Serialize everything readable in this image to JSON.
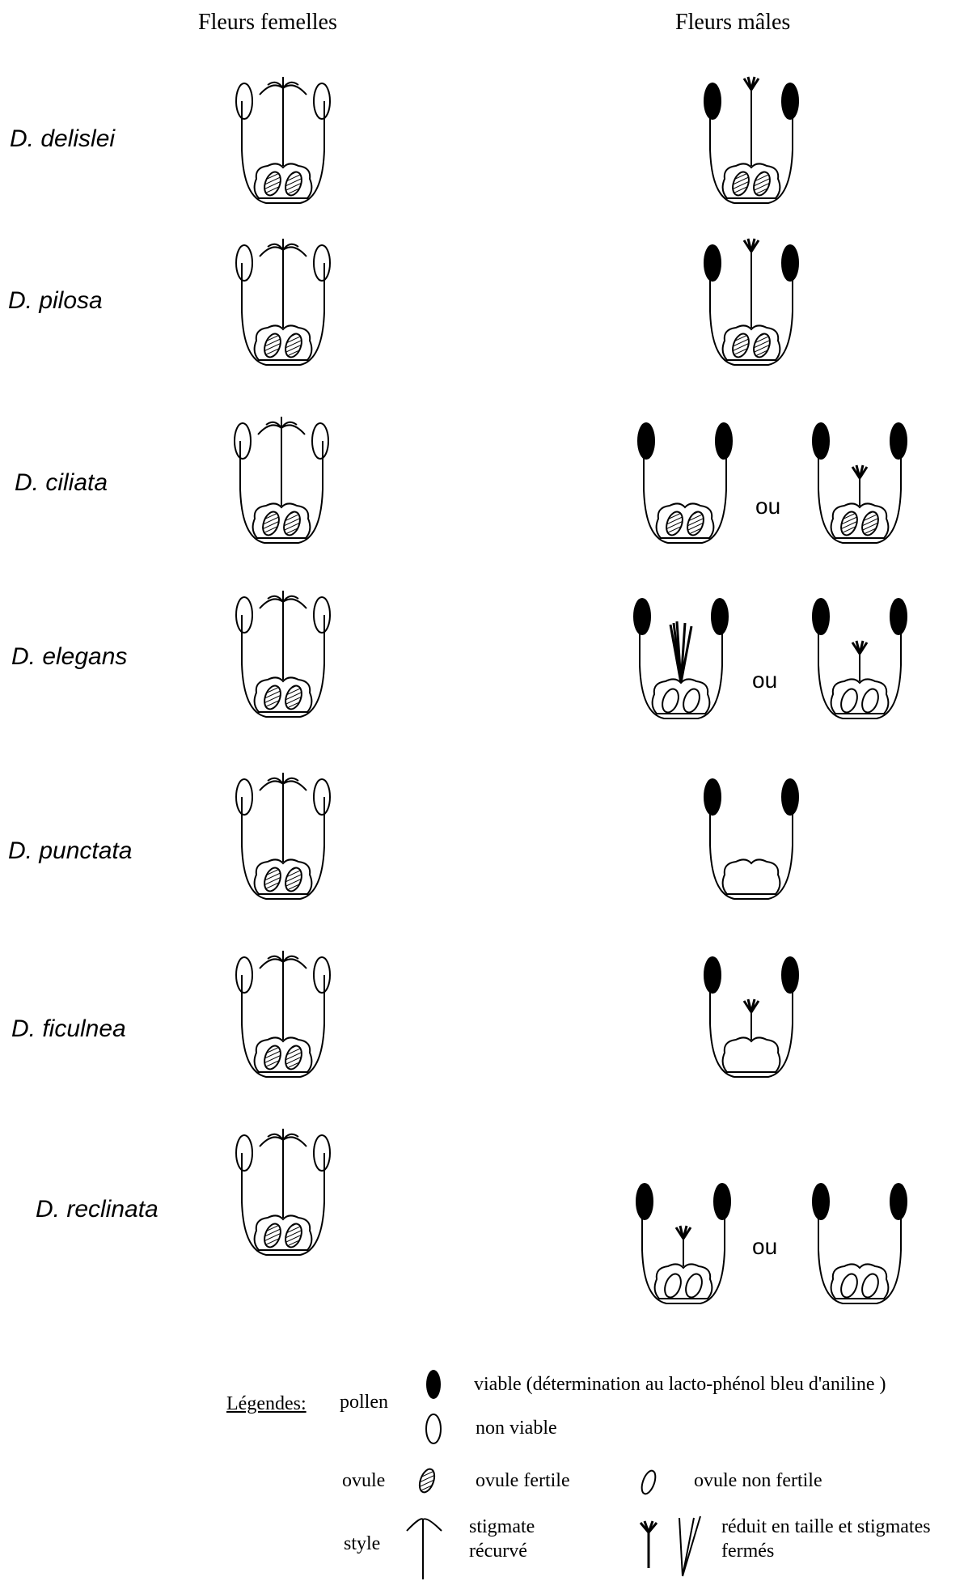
{
  "headers": {
    "female": "Fleurs femelles",
    "male": "Fleurs mâles"
  },
  "connector": "ou",
  "species": [
    {
      "name": "D. delislei"
    },
    {
      "name": "D. pilosa"
    },
    {
      "name": "D. ciliata"
    },
    {
      "name": "D. elegans"
    },
    {
      "name": "D. punctata"
    },
    {
      "name": "D. ficulnea"
    },
    {
      "name": "D. reclinata"
    }
  ],
  "legend": {
    "title": "Légendes:",
    "pollen_label": "pollen",
    "pollen_viable": "viable (détermination au lacto-phénol bleu d'aniline )",
    "pollen_nonviable": "non viable",
    "ovule_label": "ovule",
    "ovule_fertile": "ovule fertile",
    "ovule_nonfertile": "ovule non fertile",
    "style_label": "style",
    "stigma_recurved_1": "stigmate",
    "stigma_recurved_2": "récurvé",
    "reduced_1": "réduit en taille et stigmates",
    "reduced_2": "fermés"
  }
}
